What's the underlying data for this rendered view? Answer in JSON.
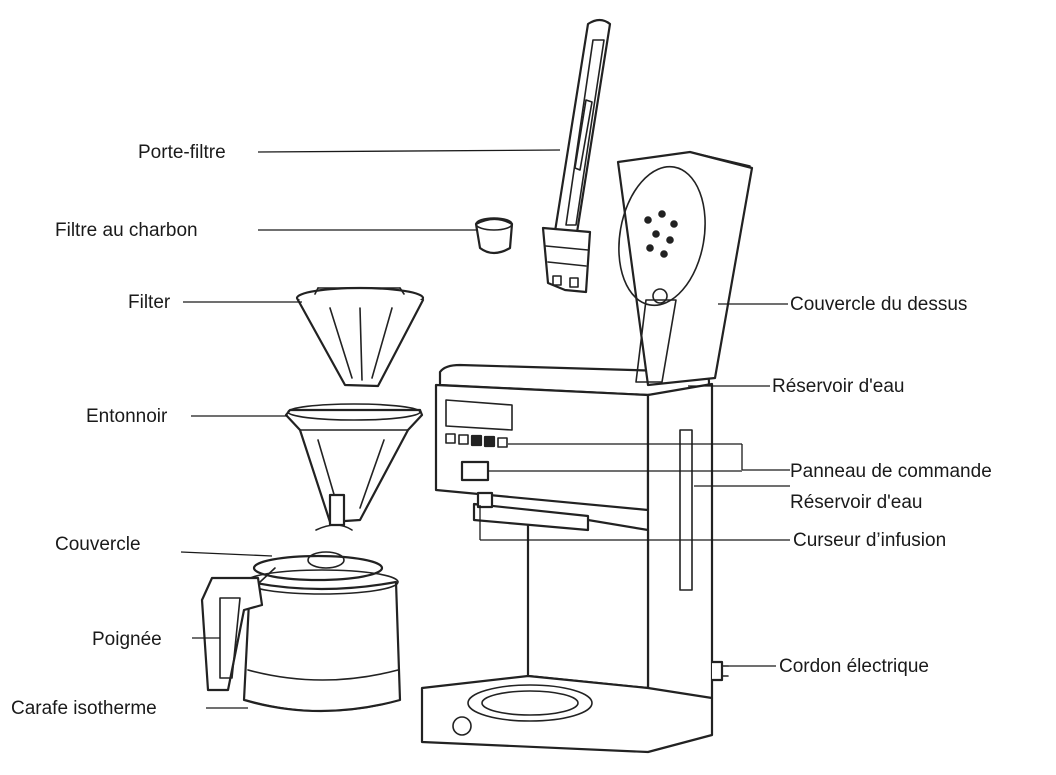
{
  "labels": {
    "filter_holder": "Porte-filtre",
    "charcoal_filter": "Filtre au charbon",
    "filter": "Filter",
    "funnel": "Entonnoir",
    "lid": "Couvercle",
    "handle": "Poignée",
    "thermal_carafe": "Carafe isotherme",
    "top_cover": "Couvercle du dessus",
    "water_tank": "Réservoir d'eau",
    "control_panel": "Panneau de commande",
    "water_tank_2": "Réservoir d'eau",
    "brew_slider": "Curseur d’infusion",
    "power_cord": "Cordon électrique"
  },
  "colors": {
    "line": "#1a1a1a",
    "background": "#ffffff"
  }
}
